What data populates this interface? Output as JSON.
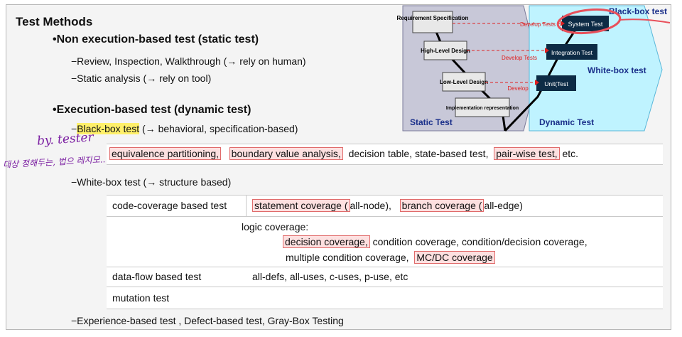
{
  "title": "Test Methods",
  "static_section": {
    "heading": "•Non execution-based test (static test)",
    "item1": "−Review, Inspection, Walkthrough  (→ rely on human)",
    "item2": "−Static analysis  (→ rely on tool)"
  },
  "dynamic_section": {
    "heading": "•Execution-based test  (dynamic test)",
    "bb_dash": "−",
    "bb_label": "Black-box test",
    "bb_rest": " (→ behavioral, specification-based)",
    "bb_techniques": {
      "t1": "equivalence partitioning,",
      "t2": "boundary value analysis,",
      "t3": "decision table,   state-based test,",
      "t4": "pair-wise test,",
      "t5": " etc."
    },
    "wb_label": "−White-box test (→ structure based)",
    "wb_table": {
      "r1_name": "code-coverage based test",
      "r1_a": "statement coverage (",
      "r1_b": "all-node),",
      "r1_c": "branch coverage (",
      "r1_d": "all-edge)",
      "r2_head": "logic coverage:",
      "r2_a": "decision coverage,",
      "r2_b": "  condition coverage,   condition/decision coverage,",
      "r2_c": "multiple condition coverage,",
      "r2_d": "MC/DC coverage",
      "r3_name": "data-flow based test",
      "r3_val": "all-defs,  all-uses,  c-uses,  p-use,  etc",
      "r4_name": "mutation test"
    },
    "other": "−Experience-based test , Defect-based test, Gray-Box Testing"
  },
  "annotations": {
    "handwritten_1": "by. tester",
    "handwritten_2": "대상 정해두는, 법으 레지모.."
  },
  "diagram": {
    "static_boxes": [
      "Requirement Specification",
      "High-Level Design",
      "Low-Level Design",
      "Implementation representation"
    ],
    "dynamic_boxes": [
      "System Test",
      "Integration Test",
      "Unit(Test"
    ],
    "arrow_labels": [
      "Develop Tests",
      "Develop Tests",
      "Develop"
    ],
    "static_label": "Static Test",
    "dynamic_label": "Dynamic Test",
    "black_box_label": "Black-box test",
    "white_box_label": "White-box test",
    "colors": {
      "static_bg": "#c8c8d8",
      "dynamic_bg": "#bff3ff",
      "box_dark": "#0d2b45",
      "arrow": "#e02020",
      "label_blue": "#1a2f8a"
    }
  }
}
